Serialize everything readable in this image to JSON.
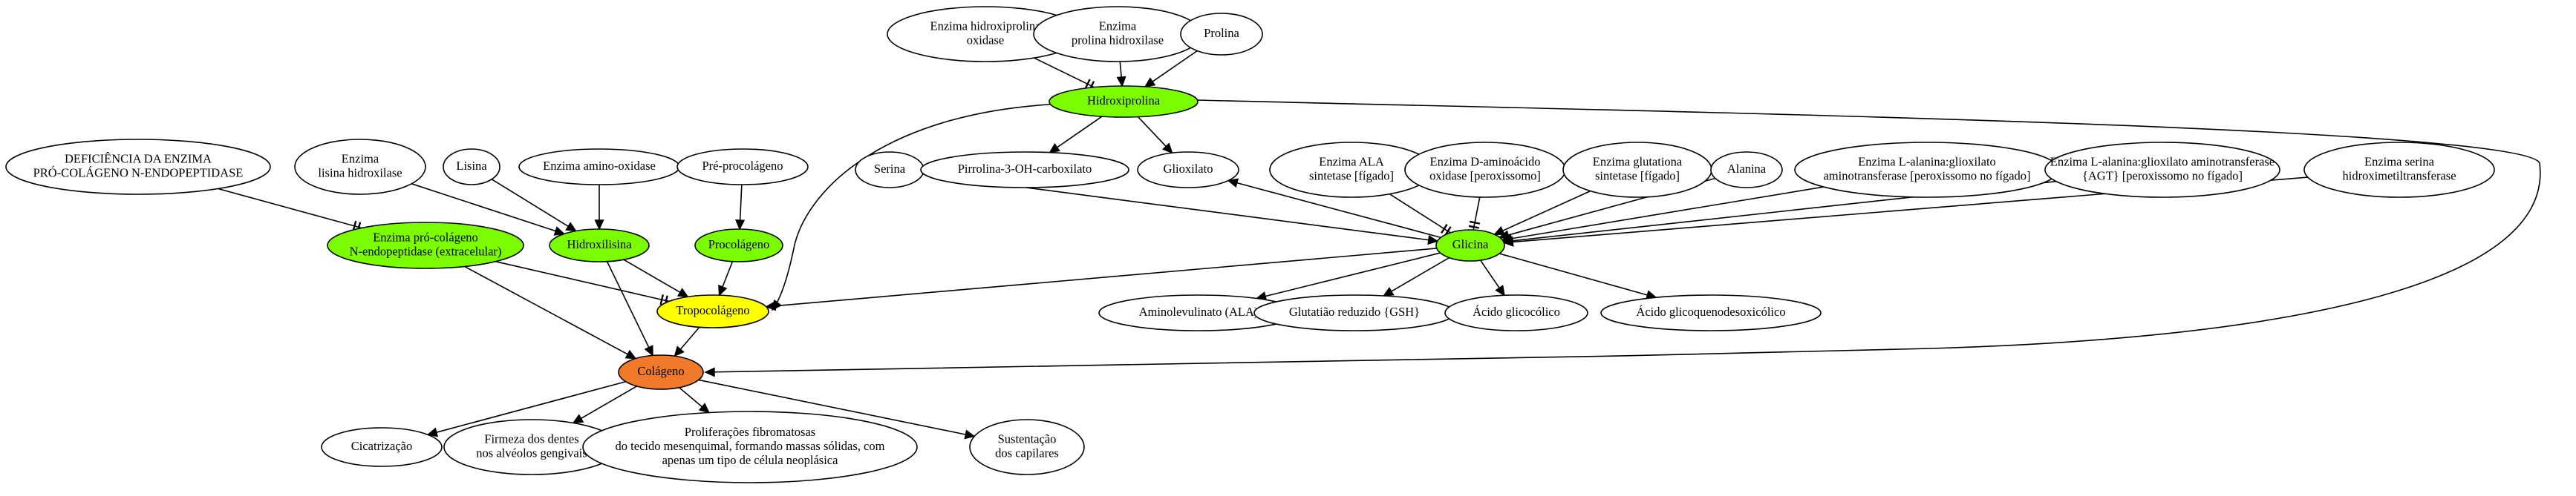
{
  "colors": {
    "highlight_green": "#7cfc00",
    "highlight_yellow": "#ffff00",
    "highlight_orange": "#f07a2a",
    "default_fill": "#ffffff",
    "stroke": "#000000"
  },
  "nodes": {
    "hidroxiprolina_oxidase": {
      "lines": [
        "Enzima hidroxiprolina",
        "oxidase"
      ],
      "fill": "white"
    },
    "prolina_hidroxilase": {
      "lines": [
        "Enzima",
        "prolina hidroxilase"
      ],
      "fill": "white"
    },
    "prolina": {
      "lines": [
        "Prolina"
      ],
      "fill": "white"
    },
    "hidroxiprolina": {
      "lines": [
        "Hidroxiprolina"
      ],
      "fill": "green"
    },
    "deficiencia": {
      "lines": [
        "DEFICIÊNCIA DA ENZIMA",
        "PRÓ-COLÁGENO N-ENDOPEPTIDASE"
      ],
      "fill": "white"
    },
    "lisina_hidroxilase": {
      "lines": [
        "Enzima",
        "lisina hidroxilase"
      ],
      "fill": "white"
    },
    "lisina": {
      "lines": [
        "Lisina"
      ],
      "fill": "white"
    },
    "amino_oxidase": {
      "lines": [
        "Enzima amino-oxidase"
      ],
      "fill": "white"
    },
    "pre_procolageno": {
      "lines": [
        "Pré-procolágeno"
      ],
      "fill": "white"
    },
    "serina": {
      "lines": [
        "Serina"
      ],
      "fill": "white"
    },
    "pirrolina": {
      "lines": [
        "Pirrolina-3-OH-carboxilato"
      ],
      "fill": "white"
    },
    "glioxilato": {
      "lines": [
        "Glioxilato"
      ],
      "fill": "white"
    },
    "ala_sintetase": {
      "lines": [
        "Enzima ALA",
        "sintetase [fígado]"
      ],
      "fill": "white"
    },
    "d_aminoacido": {
      "lines": [
        "Enzima D-aminoácido",
        "oxidase [peroxissomo]"
      ],
      "fill": "white"
    },
    "glutationa_sintetase": {
      "lines": [
        "Enzima glutationa",
        "sintetase [fígado]"
      ],
      "fill": "white"
    },
    "alanina": {
      "lines": [
        "Alanina"
      ],
      "fill": "white"
    },
    "agt1": {
      "lines": [
        "Enzima L-alanina:glioxilato",
        "aminotransferase [peroxissomo no fígado]"
      ],
      "fill": "white"
    },
    "agt2": {
      "lines": [
        "Enzima L-alanina:glioxilato aminotransferase",
        "{AGT} [peroxissomo no fígado]"
      ],
      "fill": "white"
    },
    "serina_hidroxi": {
      "lines": [
        "Enzima serina",
        "hidroximetiltransferase"
      ],
      "fill": "white"
    },
    "pro_colageno_np": {
      "lines": [
        "Enzima pró-colágeno",
        "N-endopeptidase (extracelular)"
      ],
      "fill": "green"
    },
    "hidroxilisina": {
      "lines": [
        "Hidroxilisina"
      ],
      "fill": "green"
    },
    "procolageno": {
      "lines": [
        "Procolágeno"
      ],
      "fill": "green"
    },
    "glicina": {
      "lines": [
        "Glicina"
      ],
      "fill": "green"
    },
    "tropocolageno": {
      "lines": [
        "Tropocolágeno"
      ],
      "fill": "yellow"
    },
    "aminolevulinato": {
      "lines": [
        "Aminolevulinato (ALA)"
      ],
      "fill": "white"
    },
    "glutationa_reduzido": {
      "lines": [
        "Glutatião reduzido {GSH}"
      ],
      "fill": "white"
    },
    "acido_glicocolico": {
      "lines": [
        "Ácido glicocólico"
      ],
      "fill": "white"
    },
    "acido_glicoquenodesoxicolico": {
      "lines": [
        "Ácido glicoquenodesoxicólico"
      ],
      "fill": "white"
    },
    "colageno": {
      "lines": [
        "Colágeno"
      ],
      "fill": "orange"
    },
    "cicatrizacao": {
      "lines": [
        "Cicatrização"
      ],
      "fill": "white"
    },
    "firmeza": {
      "lines": [
        "Firmeza dos dentes",
        "nos alvéolos gengivais"
      ],
      "fill": "white"
    },
    "proliferacoes": {
      "lines": [
        "Proliferações fibromatosas",
        "do tecido mesenquimal, formando massas sólidas, com",
        "apenas um tipo de célula neoplásica"
      ],
      "fill": "white"
    },
    "sustentacao": {
      "lines": [
        "Sustentação",
        "dos capilares"
      ],
      "fill": "white"
    }
  },
  "edges": [
    {
      "from": "hidroxiprolina_oxidase",
      "to": "hidroxiprolina",
      "type": "inhibit"
    },
    {
      "from": "prolina_hidroxilase",
      "to": "hidroxiprolina",
      "type": "arrow"
    },
    {
      "from": "prolina",
      "to": "hidroxiprolina",
      "type": "arrow"
    },
    {
      "from": "hidroxiprolina",
      "to": "pirrolina",
      "type": "arrow"
    },
    {
      "from": "hidroxiprolina",
      "to": "glioxilato",
      "type": "arrow"
    },
    {
      "from": "hidroxiprolina",
      "to": "tropocolageno",
      "type": "arrow"
    },
    {
      "from": "hidroxiprolina",
      "to": "colageno",
      "type": "arrow"
    },
    {
      "from": "deficiencia",
      "to": "pro_colageno_np",
      "type": "inhibit"
    },
    {
      "from": "lisina_hidroxilase",
      "to": "hidroxilisina",
      "type": "arrow"
    },
    {
      "from": "lisina",
      "to": "hidroxilisina",
      "type": "arrow"
    },
    {
      "from": "amino_oxidase",
      "to": "hidroxilisina",
      "type": "arrow"
    },
    {
      "from": "pre_procolageno",
      "to": "procolageno",
      "type": "arrow"
    },
    {
      "from": "pro_colageno_np",
      "to": "tropocolageno",
      "type": "inhibit"
    },
    {
      "from": "pro_colageno_np",
      "to": "colageno",
      "type": "arrow"
    },
    {
      "from": "hidroxilisina",
      "to": "tropocolageno",
      "type": "arrow"
    },
    {
      "from": "hidroxilisina",
      "to": "colageno",
      "type": "arrow"
    },
    {
      "from": "procolageno",
      "to": "tropocolageno",
      "type": "arrow"
    },
    {
      "from": "serina",
      "to": "glicina",
      "type": "arrow"
    },
    {
      "from": "glicina",
      "to": "glioxilato",
      "type": "arrow"
    },
    {
      "from": "ala_sintetase",
      "to": "glicina",
      "type": "inhibit"
    },
    {
      "from": "d_aminoacido",
      "to": "glicina",
      "type": "inhibit"
    },
    {
      "from": "glutationa_sintetase",
      "to": "glicina",
      "type": "arrow"
    },
    {
      "from": "alanina",
      "to": "glicina",
      "type": "arrow"
    },
    {
      "from": "agt1",
      "to": "glicina",
      "type": "arrow"
    },
    {
      "from": "agt2",
      "to": "glicina",
      "type": "arrow"
    },
    {
      "from": "serina_hidroxi",
      "to": "glicina",
      "type": "arrow"
    },
    {
      "from": "glicina",
      "to": "tropocolageno",
      "type": "arrow"
    },
    {
      "from": "glicina",
      "to": "aminolevulinato",
      "type": "arrow"
    },
    {
      "from": "glicina",
      "to": "glutationa_reduzido",
      "type": "arrow"
    },
    {
      "from": "glicina",
      "to": "acido_glicocolico",
      "type": "arrow"
    },
    {
      "from": "glicina",
      "to": "acido_glicoquenodesoxicolico",
      "type": "arrow"
    },
    {
      "from": "tropocolageno",
      "to": "colageno",
      "type": "arrow"
    },
    {
      "from": "colageno",
      "to": "cicatrizacao",
      "type": "arrow"
    },
    {
      "from": "colageno",
      "to": "firmeza",
      "type": "arrow"
    },
    {
      "from": "colageno",
      "to": "proliferacoes",
      "type": "arrow"
    },
    {
      "from": "colageno",
      "to": "sustentacao",
      "type": "arrow"
    }
  ]
}
